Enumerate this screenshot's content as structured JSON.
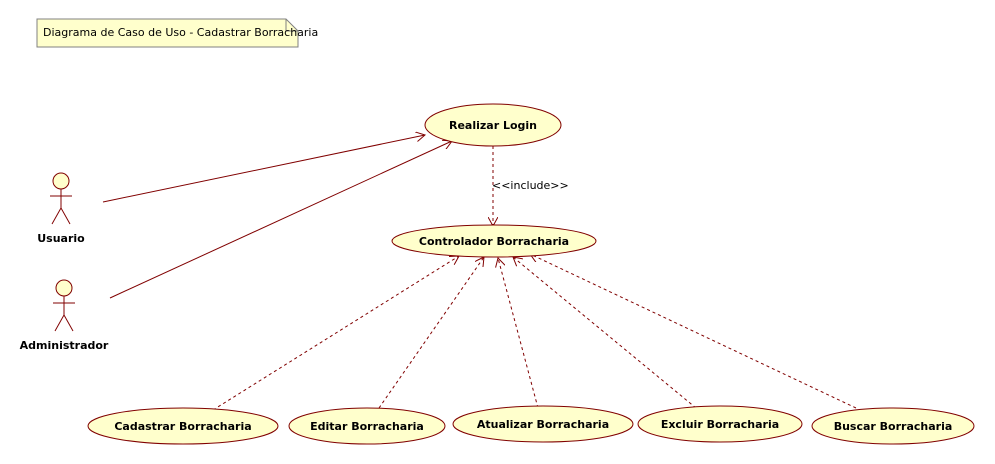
{
  "note": {
    "text": "Diagrama de Caso de Uso - Cadastrar Borracharia"
  },
  "actors": [
    {
      "id": "usuario",
      "label": "Usuario"
    },
    {
      "id": "administrador",
      "label": "Administrador"
    }
  ],
  "use_cases": [
    {
      "id": "realizar_login",
      "label": "Realizar Login"
    },
    {
      "id": "controlador",
      "label": "Controlador Borracharia"
    },
    {
      "id": "cadastrar",
      "label": "Cadastrar Borracharia"
    },
    {
      "id": "editar",
      "label": "Editar Borracharia"
    },
    {
      "id": "atualizar",
      "label": "Atualizar Borracharia"
    },
    {
      "id": "excluir",
      "label": "Excluir Borracharia"
    },
    {
      "id": "buscar",
      "label": "Buscar Borracharia"
    }
  ],
  "relations": [
    {
      "from": "usuario",
      "to": "realizar_login",
      "kind": "association"
    },
    {
      "from": "administrador",
      "to": "realizar_login",
      "kind": "association"
    },
    {
      "from": "realizar_login",
      "to": "controlador",
      "kind": "include",
      "label": "<<include>>"
    },
    {
      "from": "cadastrar",
      "to": "controlador",
      "kind": "dependency"
    },
    {
      "from": "editar",
      "to": "controlador",
      "kind": "dependency"
    },
    {
      "from": "atualizar",
      "to": "controlador",
      "kind": "dependency"
    },
    {
      "from": "excluir",
      "to": "controlador",
      "kind": "dependency"
    },
    {
      "from": "buscar",
      "to": "controlador",
      "kind": "dependency"
    }
  ],
  "colors": {
    "fill": "#ffffcc",
    "line": "#800000",
    "note_border": "#808080"
  }
}
